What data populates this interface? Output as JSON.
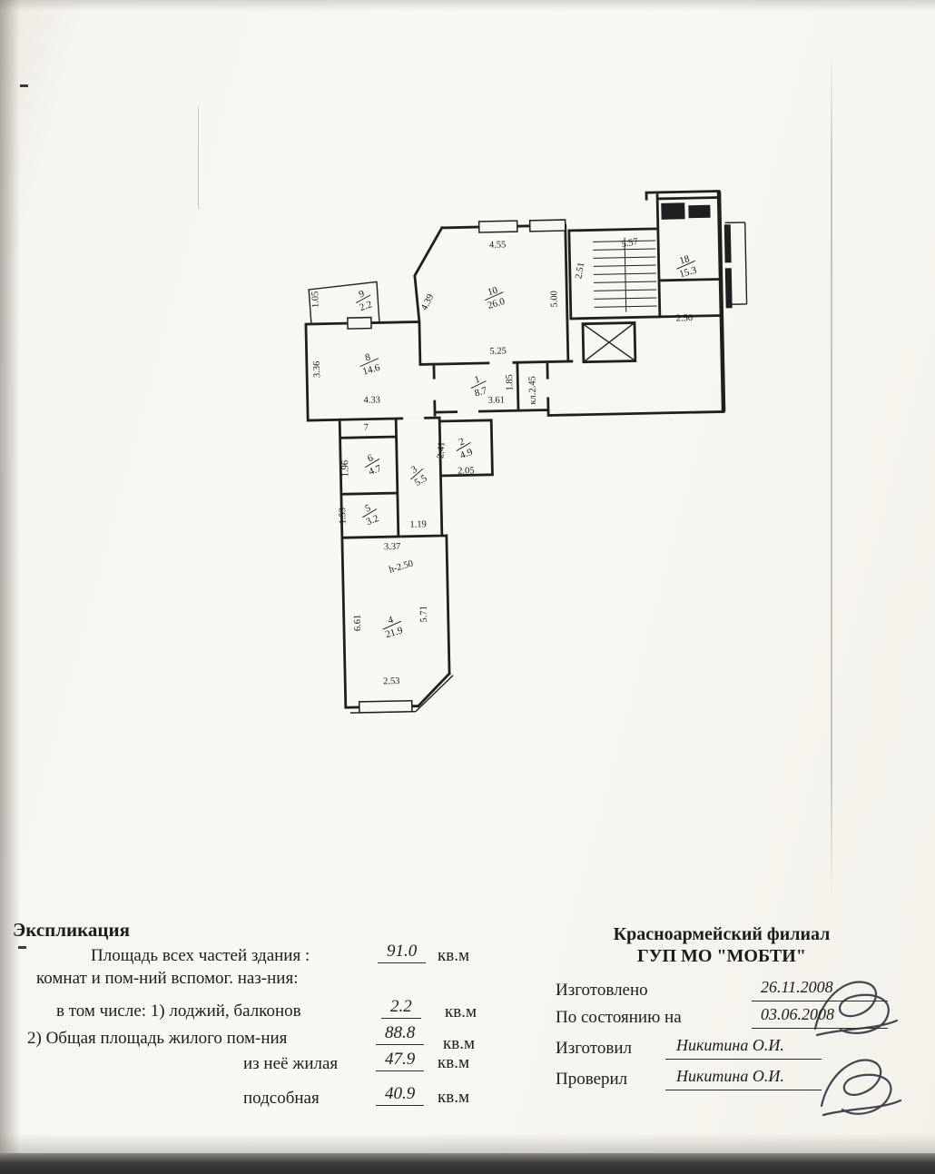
{
  "explication": {
    "title": "Экспликация",
    "line_total_label": "Площадь всех частей здания :",
    "line_total_value": "91.0",
    "line_total_unit": "кв.м",
    "line_sub": "комнат и пом-ний вспомог. наз-ния:",
    "line_incl_label": "в том числе: 1) лоджий, балконов",
    "line_incl_value": "2.2",
    "line_incl_unit": "кв.м",
    "line_living_label": "2) Общая площадь жилого пом-ния",
    "line_living_value": "88.8",
    "line_living_unit": "кв.м",
    "line_resid_label": "из неё жилая",
    "line_resid_value": "47.9",
    "line_resid_unit": "кв.м",
    "line_aux_label": "подсобная",
    "line_aux_value": "40.9",
    "line_aux_unit": "кв.м"
  },
  "stamp": {
    "org_line1": "Красноармейский филиал",
    "org_line2": "ГУП МО \"МОБТИ\"",
    "made_label": "Изготовлено",
    "made_date": "26.11.2008",
    "asof_label": "По состоянию на",
    "asof_date": "03.06.2008",
    "made_by_label": "Изготовил",
    "made_by_name": "Никитина О.И.",
    "checked_label": "Проверил",
    "checked_name": "Никитина О.И."
  },
  "plan": {
    "rooms": [
      {
        "num": "9",
        "area": "2.2"
      },
      {
        "num": "10",
        "area": "26.0"
      },
      {
        "num": "8",
        "area": "14.6"
      },
      {
        "num": "18",
        "area": "15.3"
      },
      {
        "num": "1",
        "area": "8.7"
      },
      {
        "num": "2",
        "area": "4.9"
      },
      {
        "num": "3",
        "area": "5.5"
      },
      {
        "num": "6",
        "area": "4.7"
      },
      {
        "num": "5",
        "area": "3.2"
      },
      {
        "num": "4",
        "area": "21.9"
      }
    ],
    "dims": [
      "1.05",
      "4.55",
      "4.39",
      "5.00",
      "2.51",
      "5.57",
      "2.50",
      "5.25",
      "3.36",
      "4.33",
      "3.61",
      "1.85",
      "кл.2.45",
      "7",
      "2.41",
      "2.05",
      "1.96",
      "1.53",
      "1.19",
      "3.37",
      "h-2.50",
      "6.61",
      "5.71",
      "2.53"
    ]
  }
}
